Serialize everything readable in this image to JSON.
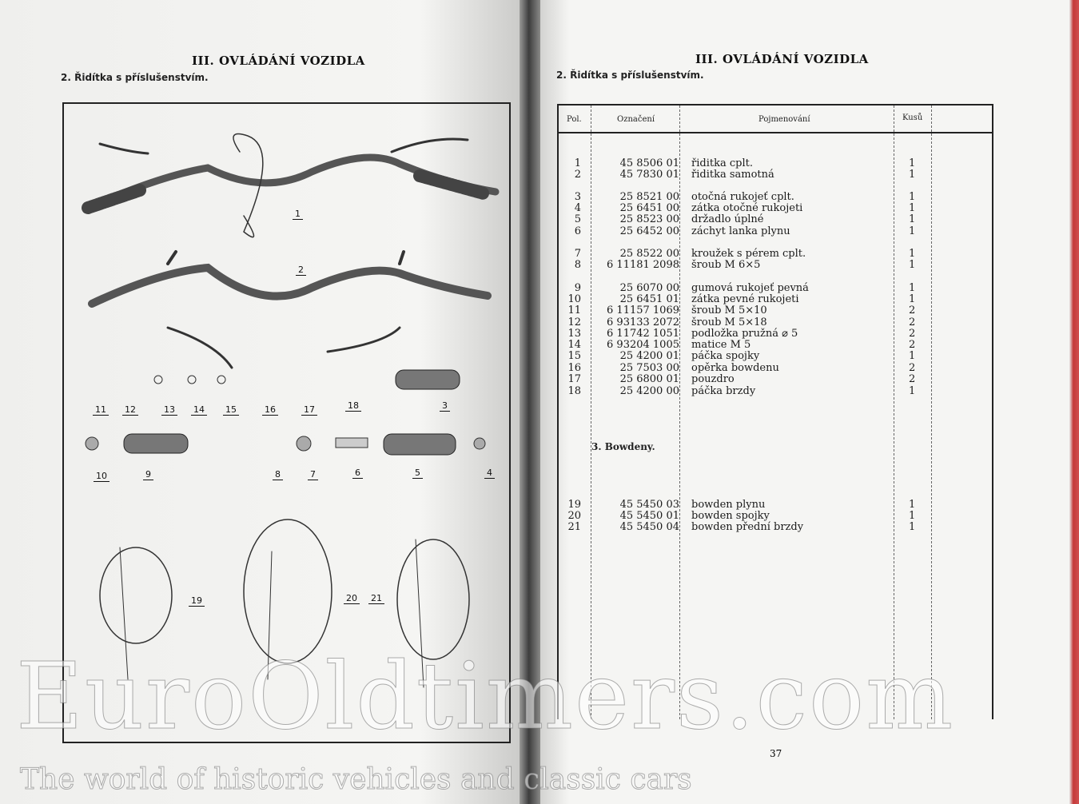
{
  "left_page": {
    "title": "III. OVLÁDÁNÍ VOZIDLA",
    "subtitle": "2. Řidítka s příslušenstvím.",
    "callouts": [
      "1",
      "2",
      "3",
      "4",
      "5",
      "6",
      "7",
      "8",
      "9",
      "10",
      "11",
      "12",
      "13",
      "14",
      "15",
      "16",
      "17",
      "18",
      "19",
      "20",
      "21"
    ]
  },
  "right_page": {
    "title": "III. OVLÁDÁNÍ VOZIDLA",
    "subtitle": "2. Řidítka s příslušenstvím.",
    "headers": [
      "Pol.",
      "Označení",
      "Pojmenování",
      "Kusů"
    ],
    "rows": [
      [
        "1",
        "45 8506 01",
        "řiditka cplt.",
        "1"
      ],
      [
        "2",
        "45 7830 01",
        "řiditka samotná",
        "1"
      ],
      [
        "3",
        "25 8521 00",
        "otočná rukojeť cplt.",
        "1"
      ],
      [
        "4",
        "25 6451 00",
        "zátka otočné rukojeti",
        "1"
      ],
      [
        "5",
        "25 8523 00",
        "držadlo úplné",
        "1"
      ],
      [
        "6",
        "25 6452 00",
        "záchyt lanka plynu",
        "1"
      ],
      [
        "7",
        "25 8522 00",
        "kroužek s pérem cplt.",
        "1"
      ],
      [
        "8",
        "6 11181 2098",
        "šroub M 6×5",
        "1"
      ],
      [
        "9",
        "25 6070 00",
        "gumová rukojeť pevná",
        "1"
      ],
      [
        "10",
        "25 6451 01",
        "zátka pevné rukojeti",
        "1"
      ],
      [
        "11",
        "6 11157 1069",
        "šroub M 5×10",
        "2"
      ],
      [
        "12",
        "6 93133 2072",
        "šroub M 5×18",
        "2"
      ],
      [
        "13",
        "6 11742 1051",
        "podložka pružná ⌀ 5",
        "2"
      ],
      [
        "14",
        "6 93204 1005",
        "matice M 5",
        "2"
      ],
      [
        "15",
        "25 4200 01",
        "páčka spojky",
        "1"
      ],
      [
        "16",
        "25 7503 00",
        "opěrka bowdenu",
        "2"
      ],
      [
        "17",
        "25 6800 01",
        "pouzdro",
        "2"
      ],
      [
        "18",
        "25 4200 00",
        "páčka brzdy",
        "1"
      ]
    ],
    "section2": "3. Bowdeny.",
    "rows2": [
      [
        "19",
        "45 5450 03",
        "bowden plynu",
        "1"
      ],
      [
        "20",
        "45 5450 01",
        "bowden spojky",
        "1"
      ],
      [
        "21",
        "45 5450 04",
        "bowden přední brzdy",
        "1"
      ]
    ],
    "page_number": "37"
  },
  "watermark": {
    "brand": "EuroOldtimers.com",
    "tagline": "The world of historic vehicles and classic cars"
  }
}
